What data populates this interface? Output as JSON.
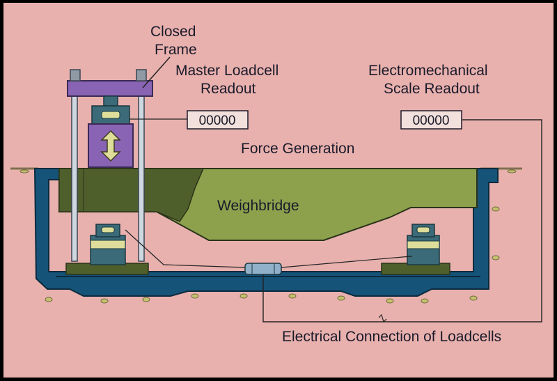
{
  "labels": {
    "closed_frame_line1": "Closed",
    "closed_frame_line2": "Frame",
    "master_line1": "Master Loadcell",
    "master_line2": "Readout",
    "electro_line1": "Electromechanical",
    "electro_line2": "Scale Readout",
    "force_generation": "Force Generation",
    "weighbridge": "Weighbridge",
    "electrical_connection": "Electrical Connection of Loadcells"
  },
  "readouts": {
    "master_value": "00000",
    "scale_value": "00000"
  },
  "colors": {
    "background": "#e8b1ae",
    "frame_purple": "#8a64b4",
    "pit_blue": "#165378",
    "weighbridge_green": "#8da14d",
    "dark_green": "#4f5f2c",
    "arrow_yellow": "#dede9a"
  }
}
